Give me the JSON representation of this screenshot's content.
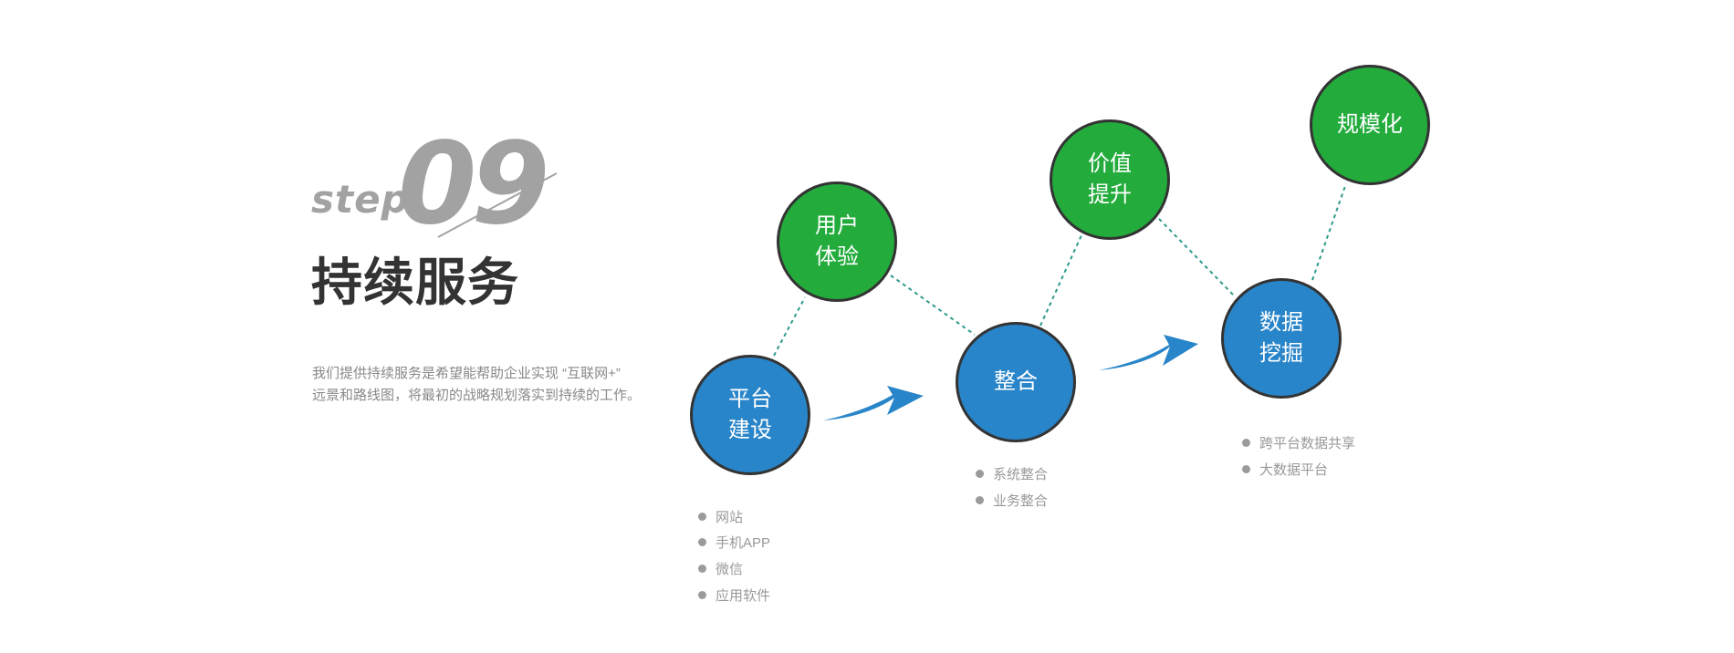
{
  "header": {
    "step_word": "step",
    "step_number": "09",
    "title": "持续服务",
    "description": [
      "我们提供持续服务是希望能帮助企业实现 “互联网+”",
      "远景和路线图，将最初的战略规划落实到持续的工作。"
    ]
  },
  "nodes": {
    "platform": [
      "平台",
      "建设"
    ],
    "ux": [
      "用户",
      "体验"
    ],
    "integration": [
      "整合"
    ],
    "value": [
      "价值",
      "提升"
    ],
    "mining": [
      "数据",
      "挖掘"
    ],
    "scale": [
      "规模化"
    ]
  },
  "lists": {
    "platform": [
      "网站",
      "手机APP",
      "微信",
      "应用软件"
    ],
    "integration": [
      "系统整合",
      "业务整合"
    ],
    "mining": [
      "跨平台数据共享",
      "大数据平台"
    ]
  },
  "colors": {
    "blue": "#2985c9",
    "green": "#23ab3c",
    "arrow": "#2985c9",
    "connector": "#2e9a8a",
    "border": "#333333"
  }
}
